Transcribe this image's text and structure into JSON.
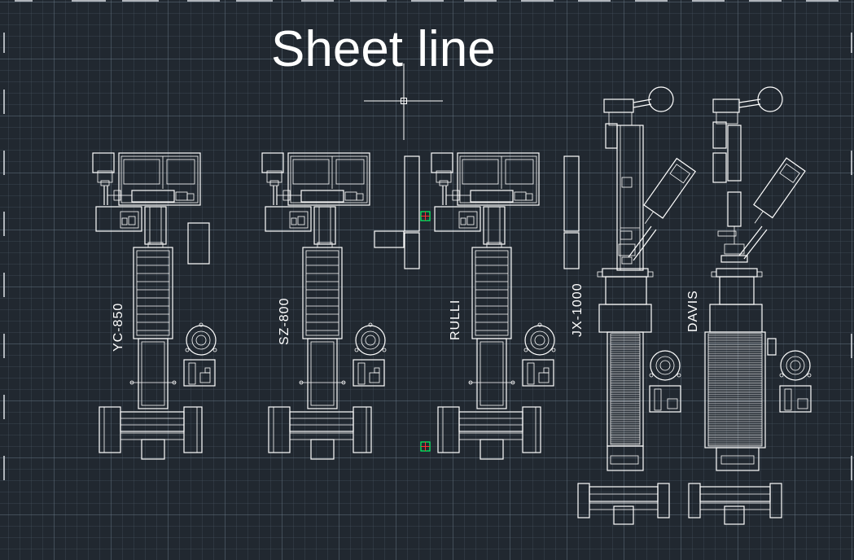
{
  "drawing": {
    "title": "Sheet line",
    "machines": [
      {
        "id": "yc",
        "label": "YC-850"
      },
      {
        "id": "sz",
        "label": "SZ-800"
      },
      {
        "id": "rulli",
        "label": "RULLI"
      },
      {
        "id": "jx",
        "label": "JX-1000"
      },
      {
        "id": "davis",
        "label": "DAVIS"
      }
    ]
  },
  "colors": {
    "background": "#212830",
    "linework": "#ffffff",
    "grid": "#3a4552",
    "snap_marker": "#00ff66",
    "snap_cross": "#ff3030"
  }
}
